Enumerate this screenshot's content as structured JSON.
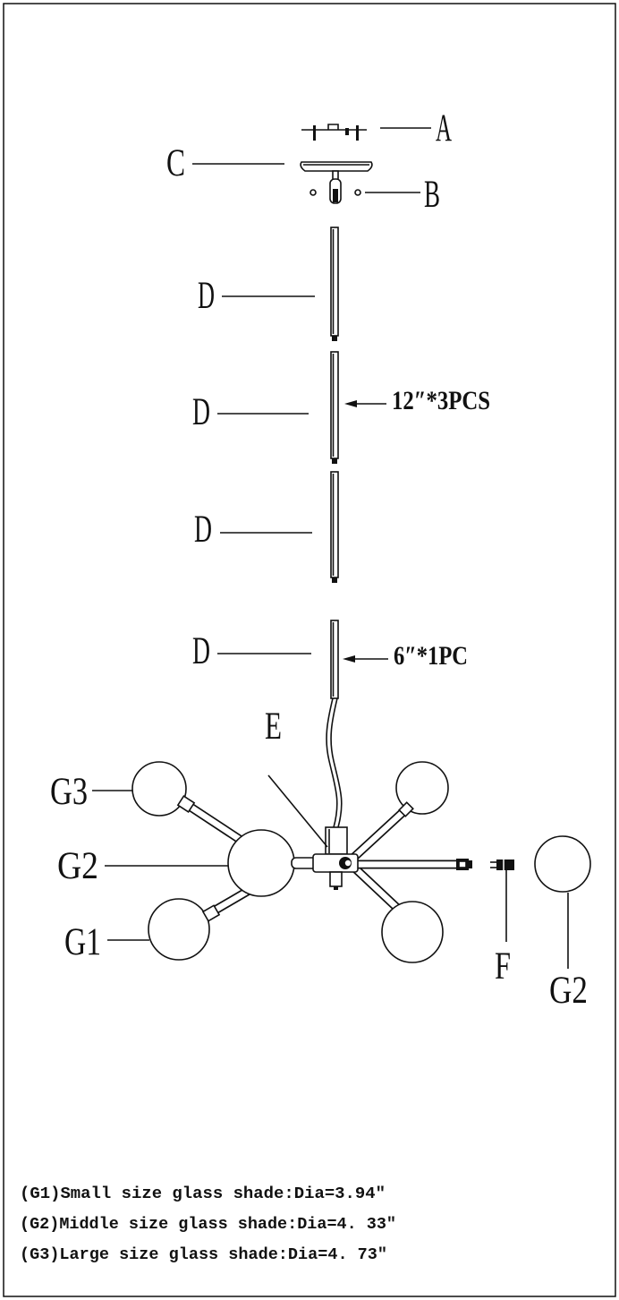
{
  "labels": {
    "a": "A",
    "b": "B",
    "c": "C",
    "d_rod1": "D",
    "d_rod2": "D",
    "d_rod3": "D",
    "d_rod4": "D",
    "e": "E",
    "f": "F",
    "g1": "G1",
    "g2_arm": "G2",
    "g2_spare": "G2",
    "g3": "G3"
  },
  "callouts": {
    "rod_12in": "12″*3PCS",
    "rod_6in": "6″*1PC"
  },
  "notes": [
    "(G1)Small size glass shade:Dia=3.94″",
    "(G2)Middle size glass shade:Dia=4. 33″",
    "(G3)Large size glass shade:Dia=4. 73″"
  ]
}
